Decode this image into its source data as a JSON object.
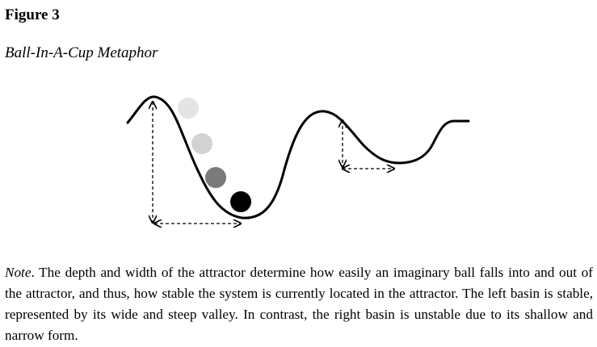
{
  "figure": {
    "label": "Figure 3",
    "title": "Ball-In-A-Cup Metaphor"
  },
  "note": {
    "label": "Note",
    "text": ". The depth and width of the attractor determine how easily an imaginary ball falls into and out of the attractor, and thus, how stable the system is currently located in the attractor. The left basin is stable, represented by its wide and steep valley. In contrast, the right basin is unstable due to its shallow and narrow form."
  },
  "colors": {
    "curve": "#000000",
    "ball_1": "#e4e4e4",
    "ball_2": "#d2d2d2",
    "ball_3": "#7a7a7a",
    "ball_4": "#000000",
    "arrow": "#000000"
  }
}
